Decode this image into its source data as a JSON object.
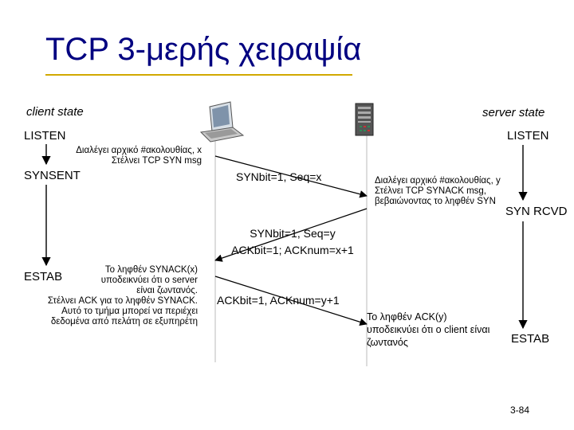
{
  "title": "TCP 3-μερής χειραψία",
  "client": {
    "header": "client state",
    "states": [
      "LISTEN",
      "SYNSENT",
      "ESTAB"
    ],
    "note1": [
      "Διαλέγει αρχικό #ακολουθίας, x",
      "Στέλνει TCP SYN msg"
    ],
    "note2": [
      "Το ληφθέν SYNACK(x)",
      "υποδεικνύει ότι ο server",
      "είναι ζωντανός.",
      "Στέλνει ACK για το ληφθέν SYNACK.",
      "Αυτό το τμήμα μπορεί να περιέχει",
      "δεδομένα από πελάτη σε εξυπηρέτη"
    ]
  },
  "server": {
    "header": "server state",
    "states": [
      "LISTEN",
      "SYN RCVD",
      "ESTAB"
    ],
    "note1": [
      "Διαλέγει αρχικό #ακολουθίας, y",
      "Στέλνει  TCP SYNACK msg,",
      "βεβαιώνοντας το ληφθέν SYN"
    ],
    "note2": [
      "Το ληφθέν ACK(y)",
      "υποδεικνύει ότι ο client είναι",
      "ζωντανός"
    ]
  },
  "messages": {
    "syn": "SYNbit=1, Seq=x",
    "synack": [
      "SYNbit=1, Seq=y",
      "ACKbit=1; ACKnum=x+1"
    ],
    "ack": "ACKbit=1, ACKnum=y+1"
  },
  "slide_number": "3-84",
  "colors": {
    "title": "#000080",
    "title_rule": "#d1a800",
    "arrow": "#000000",
    "timeline": "#bbbbbb"
  },
  "icons": [
    "laptop-icon",
    "server-icon"
  ]
}
